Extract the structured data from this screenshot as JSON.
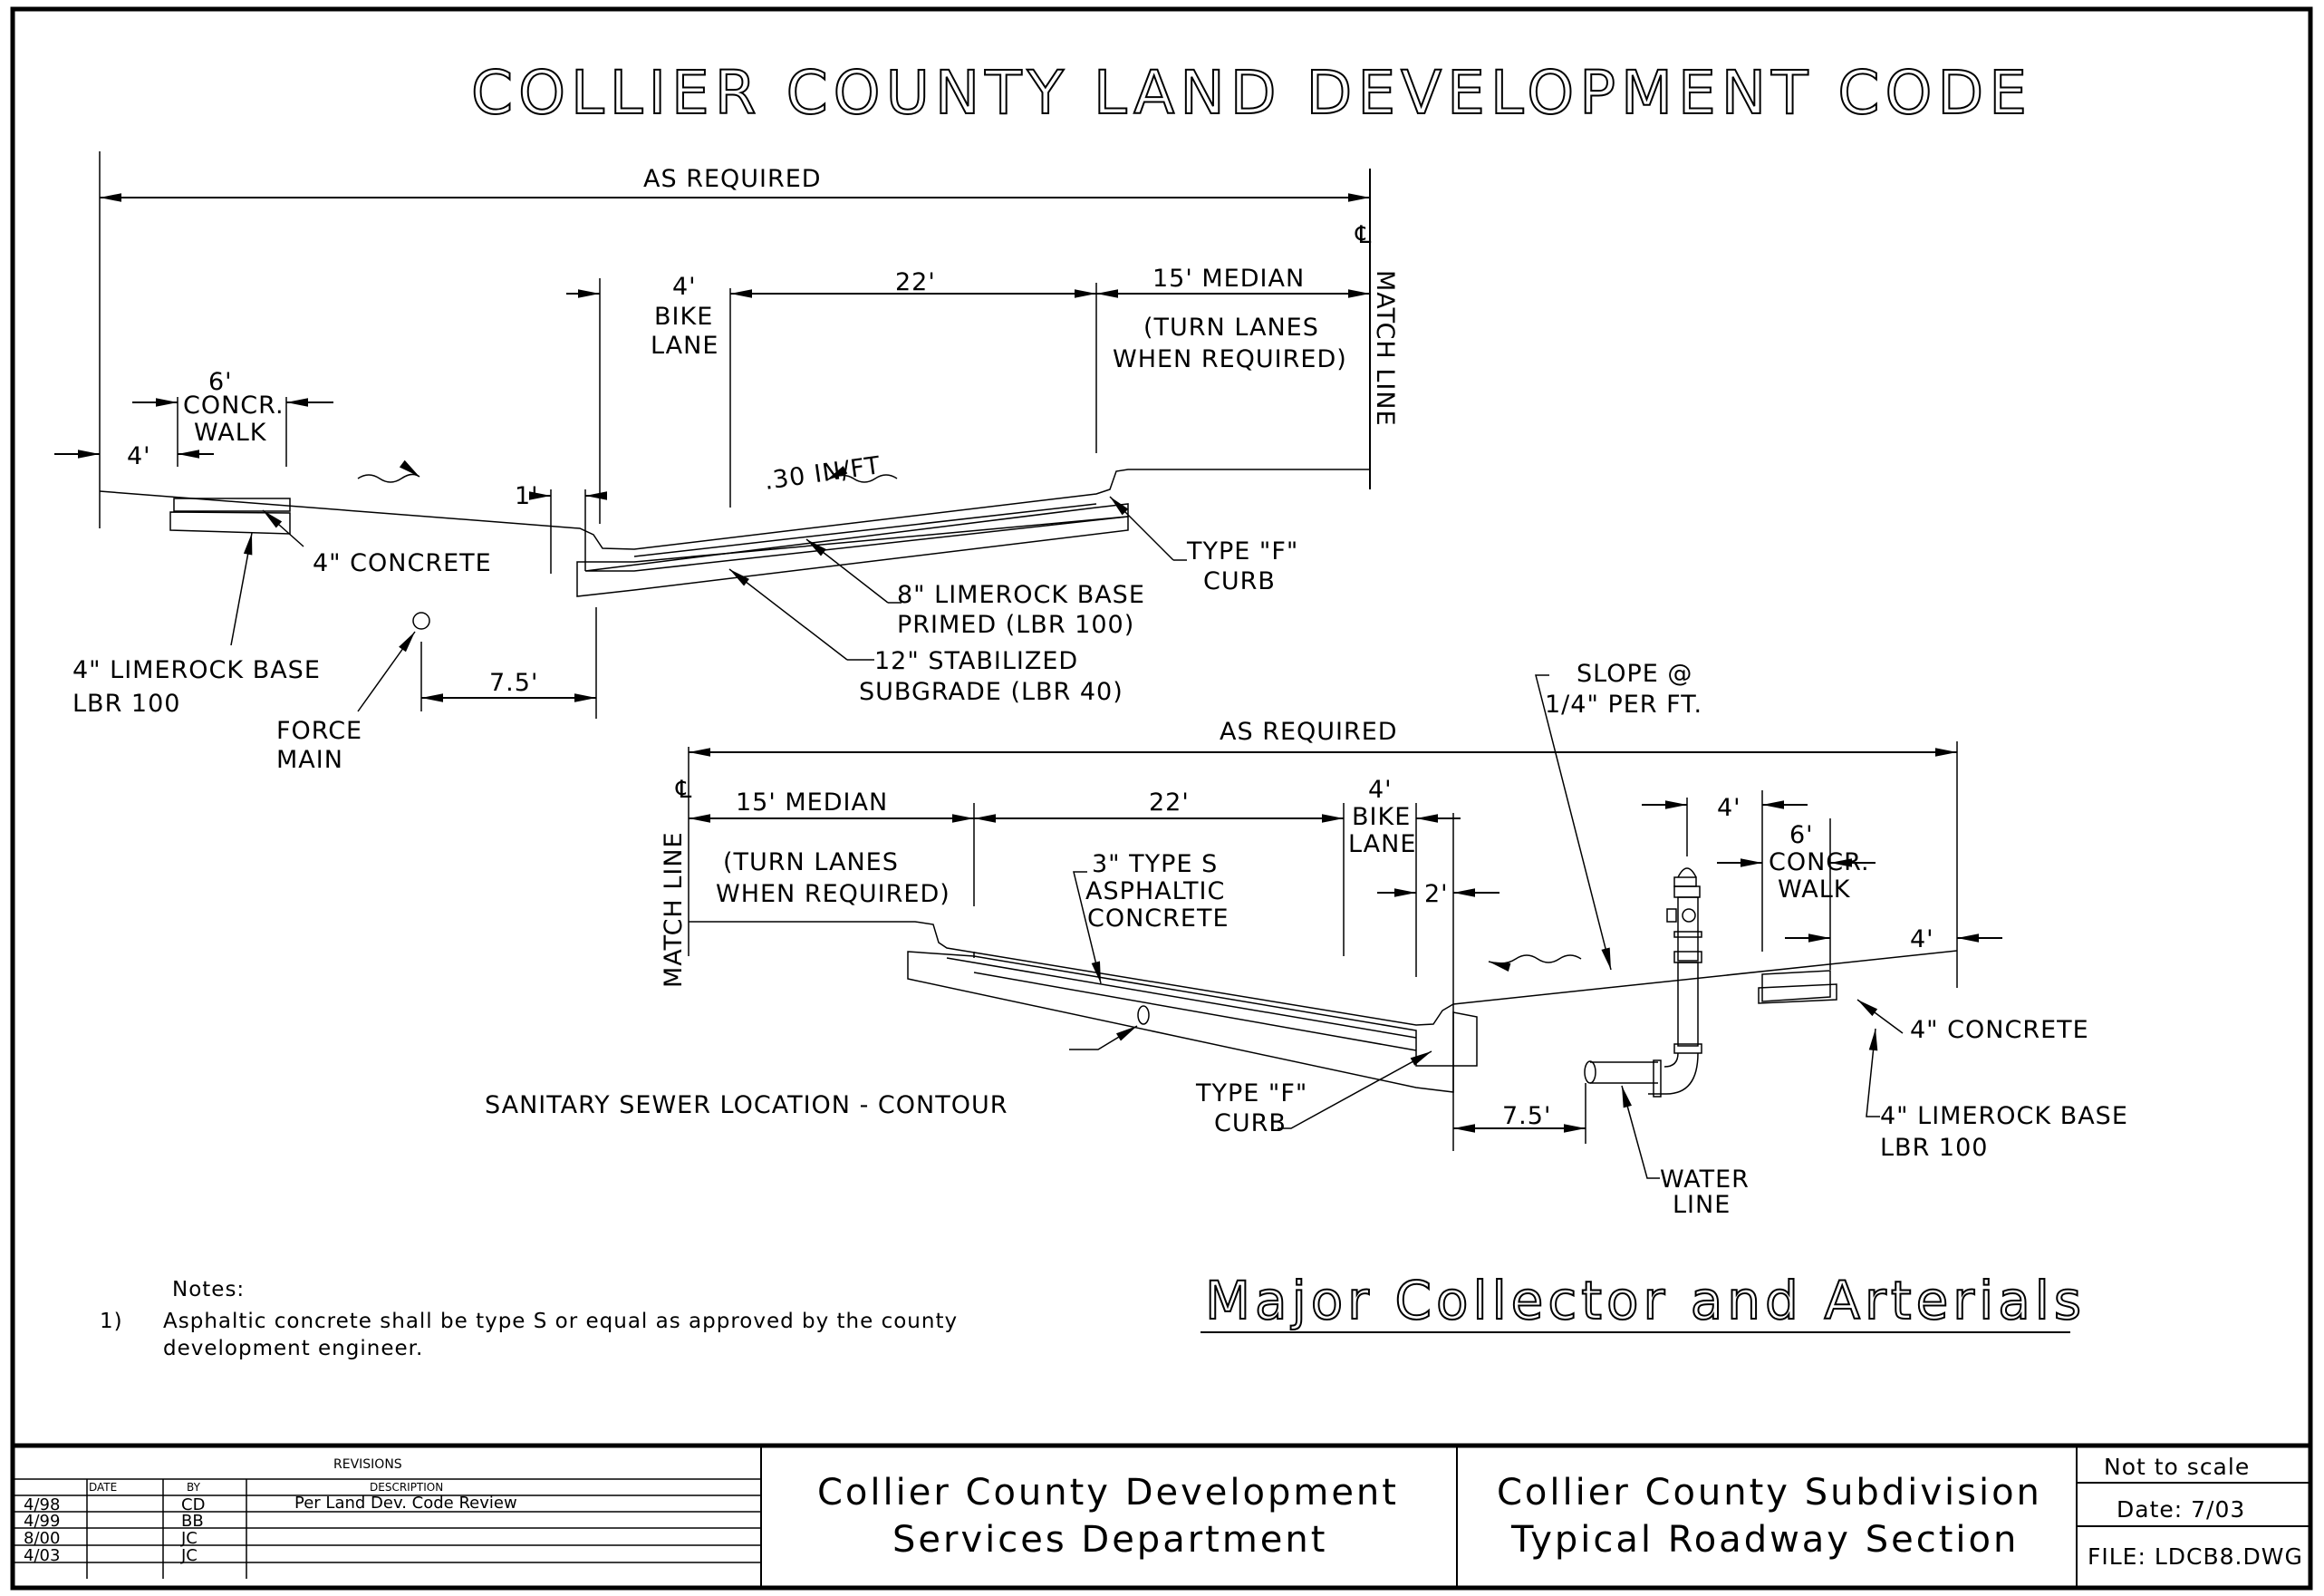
{
  "title": "COLLIER COUNTY LAND DEVELOPMENT CODE",
  "subtitle": "Major Collector and Arterials",
  "upper_section": {
    "overall_width": "AS REQUIRED",
    "centerline_symbol": "℄",
    "match_line": "MATCH LINE",
    "dims": {
      "bike_lane_width": "4'",
      "bike_lane_label_1": "BIKE",
      "bike_lane_label_2": "LANE",
      "travel_lanes": "22'",
      "median": "15' MEDIAN",
      "median_note_1": "(TURN LANES",
      "median_note_2": "WHEN REQUIRED)",
      "walk_width": "6'",
      "walk_label_1": "CONCR.",
      "walk_label_2": "WALK",
      "walk_offset": "4'",
      "curb_gap": "1'",
      "force_main_offset": "7.5'"
    },
    "slope": ".30 IN/FT",
    "callouts": {
      "concrete": "4\" CONCRETE",
      "limerock_1": "4\" LIMEROCK BASE",
      "limerock_2": "LBR 100",
      "force_main_1": "FORCE",
      "force_main_2": "MAIN",
      "base_1": "8\" LIMEROCK BASE",
      "base_2": "PRIMED (LBR 100)",
      "subgrade_1": "12\" STABILIZED",
      "subgrade_2": "SUBGRADE (LBR 40)",
      "curb_1": "TYPE \"F\"",
      "curb_2": "CURB"
    }
  },
  "lower_section": {
    "overall_width": "AS REQUIRED",
    "centerline_symbol": "℄",
    "match_line": "MATCH LINE",
    "slope_1": "SLOPE @",
    "slope_2": "1/4\" PER FT.",
    "dims": {
      "median": "15' MEDIAN",
      "median_note_1": "(TURN LANES",
      "median_note_2": "WHEN REQUIRED)",
      "travel_lanes": "22'",
      "bike_lane_width": "4'",
      "bike_lane_label_1": "BIKE",
      "bike_lane_label_2": "LANE",
      "curb_gap": "2'",
      "hydrant_offset": "4'",
      "walk_width": "6'",
      "walk_label_1": "CONCR.",
      "walk_label_2": "WALK",
      "walk_offset": "4'",
      "water_offset": "7.5'"
    },
    "callouts": {
      "asphalt_1": "3\" TYPE S",
      "asphalt_2": "ASPHALTIC",
      "asphalt_3": "CONCRETE",
      "sewer": "SANITARY SEWER LOCATION - CONTOUR",
      "curb_1": "TYPE \"F\"",
      "curb_2": "CURB",
      "water_1": "WATER",
      "water_2": "LINE",
      "concrete": "4\" CONCRETE",
      "limerock_1": "4\" LIMEROCK BASE",
      "limerock_2": "LBR 100"
    }
  },
  "notes": {
    "heading": "Notes:",
    "items": [
      {
        "num": "1)",
        "line1": "Asphaltic concrete shall be type S or equal as approved by the county",
        "line2": "development engineer."
      }
    ]
  },
  "title_block": {
    "revisions": {
      "heading": "REVISIONS",
      "columns": [
        "DATE",
        "BY",
        "DESCRIPTION"
      ],
      "rows": [
        {
          "date": "4/98",
          "by": "CD",
          "description": "Per Land Dev. Code Review"
        },
        {
          "date": "4/99",
          "by": "BB",
          "description": ""
        },
        {
          "date": "8/00",
          "by": "JC",
          "description": ""
        },
        {
          "date": "4/03",
          "by": "JC",
          "description": ""
        }
      ]
    },
    "department_1": "Collier County Development",
    "department_2": "Services Department",
    "drawing_title_1": "Collier County Subdivision",
    "drawing_title_2": "Typical Roadway Section",
    "scale": "Not to scale",
    "date": "Date: 7/03",
    "file": "FILE: LDCB8.DWG"
  }
}
